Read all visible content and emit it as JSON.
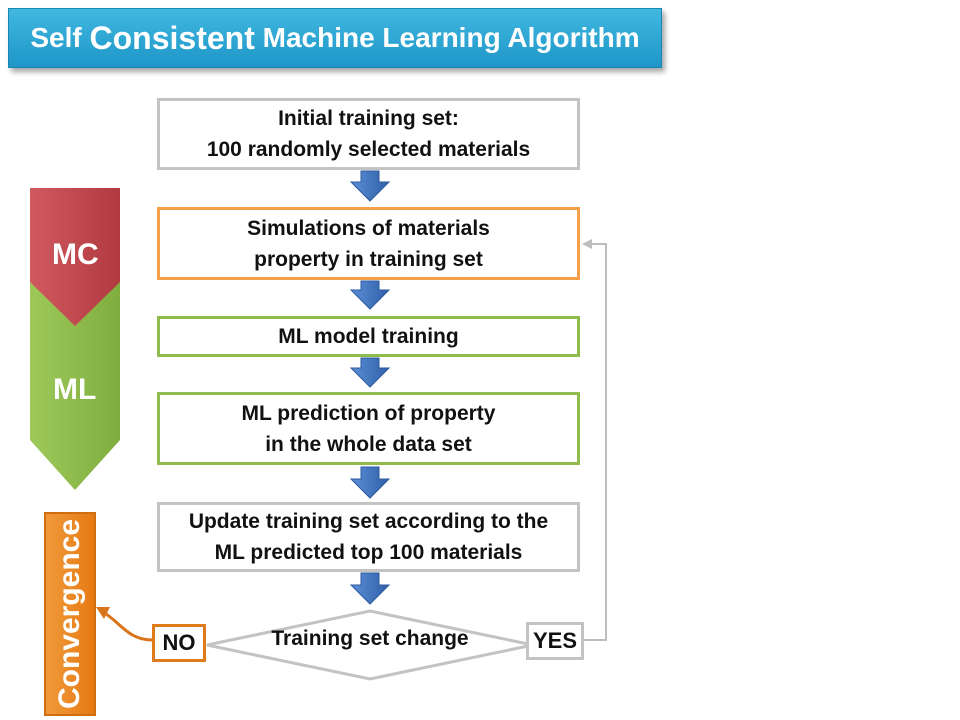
{
  "title": {
    "part1": "Self",
    "part2": "Consistent",
    "part3": "Machine Learning Algorithm"
  },
  "steps": {
    "initial": {
      "line1": "Initial training set:",
      "line2": "100 randomly selected materials"
    },
    "simulation": {
      "line1": "Simulations of materials",
      "line2": "property in training set"
    },
    "training": {
      "line1": "ML model training"
    },
    "prediction": {
      "line1": "ML prediction of property",
      "line2": "in the whole data set"
    },
    "update": {
      "line1": "Update training set according to the",
      "line2": "ML predicted top 100 materials"
    }
  },
  "decision": {
    "label": "Training set change",
    "no": "NO",
    "yes": "YES"
  },
  "phases": {
    "mc": "MC",
    "ml": "ML",
    "convergence": "Convergence"
  },
  "colors": {
    "mc": "#c0444a",
    "ml": "#8fbc4d",
    "convergence": "#ee8a26",
    "flow_arrow": "#3f6fb6",
    "title_bg": "#2ea9d8"
  }
}
